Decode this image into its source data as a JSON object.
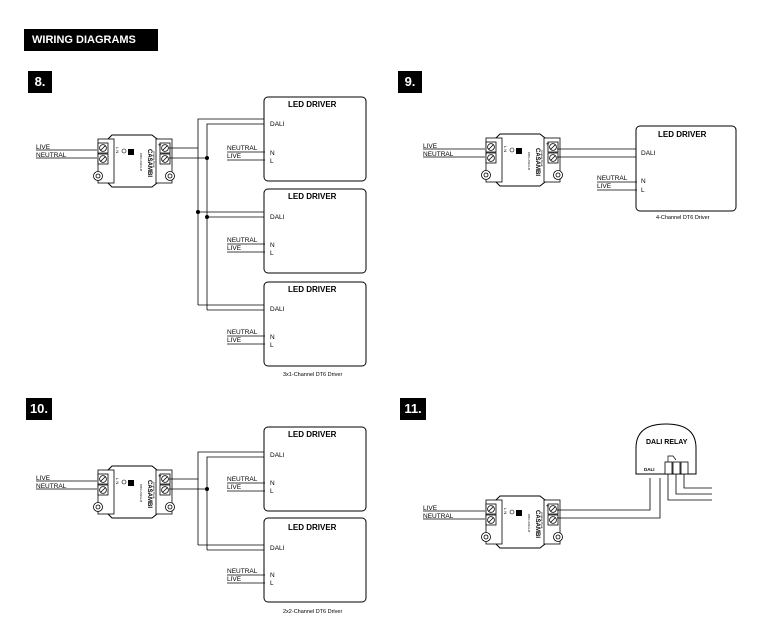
{
  "header": {
    "title": "WIRING DIAGRAMS"
  },
  "diagrams": [
    {
      "number": "8.",
      "caption": "3x1-Channel DT6 Driver"
    },
    {
      "number": "9.",
      "caption": "4-Channel DT6 Driver"
    },
    {
      "number": "10.",
      "caption": "2x2-Channel DT6 Driver"
    },
    {
      "number": "11.",
      "caption": ""
    }
  ],
  "labels": {
    "live": "LIVE",
    "neutral": "NEUTRAL",
    "led_driver": "LED DRIVER",
    "dali": "DALI",
    "n": "N",
    "l": "L",
    "dali_relay": "DALI RELAY",
    "relay_dali": "DALI",
    "brand": "CASAMBI",
    "plus": "+",
    "minus": "−"
  }
}
